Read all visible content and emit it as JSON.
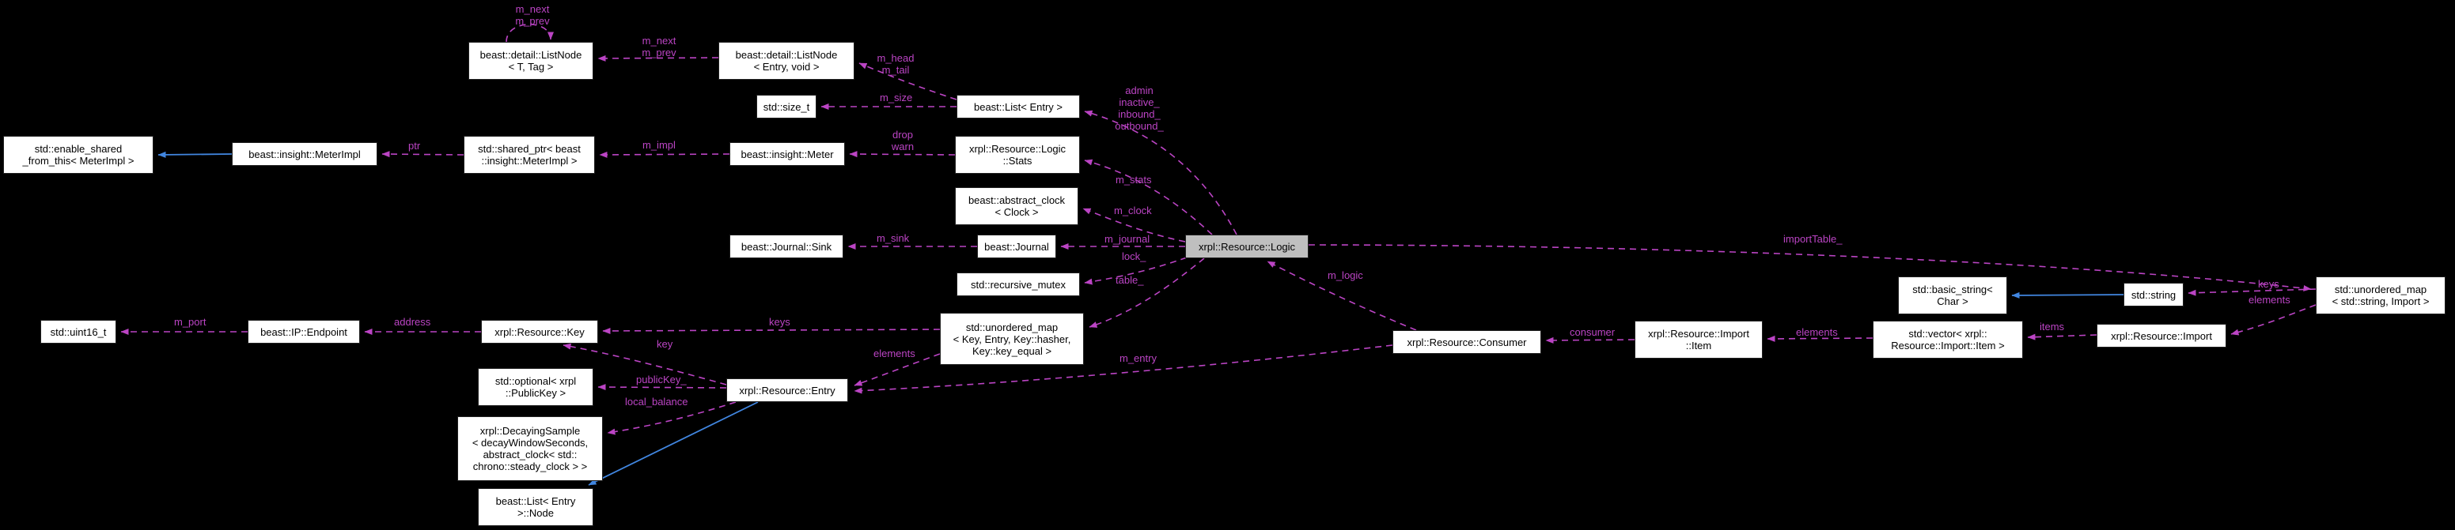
{
  "diagram": {
    "type": "doxygen-collaboration-graph",
    "background_color": "#000000",
    "node_fill": "#ffffff",
    "highlight_node_fill": "#bfbfbf",
    "usage_edge_color": "#bb44c4",
    "inheritance_edge_color": "#4186e0",
    "node_text_color": "#000000"
  },
  "nodes": {
    "listnode_t_tag": {
      "label": "beast::detail::ListNode\n< T, Tag >"
    },
    "listnode_entry_void": {
      "label": "beast::detail::ListNode\n< Entry, void >"
    },
    "size_t": {
      "label": "std::size_t"
    },
    "list_entry": {
      "label": "beast::List< Entry >"
    },
    "logic_stats": {
      "label": "xrpl::Resource::Logic\n::Stats"
    },
    "insight_meter": {
      "label": "beast::insight::Meter"
    },
    "shared_ptr_meterimpl": {
      "label": "std::shared_ptr< beast\n::insight::MeterImpl >"
    },
    "meterimpl": {
      "label": "beast::insight::MeterImpl"
    },
    "enable_shared": {
      "label": "std::enable_shared\n_from_this< MeterImpl >"
    },
    "abstract_clock": {
      "label": "beast::abstract_clock\n< Clock >"
    },
    "journal_sink": {
      "label": "beast::Journal::Sink"
    },
    "journal": {
      "label": "beast::Journal"
    },
    "logic": {
      "label": "xrpl::Resource::Logic"
    },
    "recursive_mutex": {
      "label": "std::recursive_mutex"
    },
    "basic_string": {
      "label": "std::basic_string<\nChar >"
    },
    "std_string": {
      "label": "std::string"
    },
    "unordered_map_import": {
      "label": "std::unordered_map\n< std::string, Import >"
    },
    "uint16": {
      "label": "std::uint16_t"
    },
    "ip_endpoint": {
      "label": "beast::IP::Endpoint"
    },
    "resource_key": {
      "label": "xrpl::Resource::Key"
    },
    "unordered_map_key": {
      "label": "std::unordered_map\n< Key, Entry, Key::hasher,\nKey::key_equal >"
    },
    "consumer": {
      "label": "xrpl::Resource::Consumer"
    },
    "import_item": {
      "label": "xrpl::Resource::Import\n::Item"
    },
    "vector_item": {
      "label": "std::vector< xrpl::\nResource::Import::Item >"
    },
    "resource_import": {
      "label": "xrpl::Resource::Import"
    },
    "optional_publickey": {
      "label": "std::optional< xrpl\n::PublicKey >"
    },
    "resource_entry": {
      "label": "xrpl::Resource::Entry"
    },
    "decaying_sample": {
      "label": "xrpl::DecayingSample\n< decayWindowSeconds,\nabstract_clock< std::\nchrono::steady_clock > >"
    },
    "list_node": {
      "label": "beast::List< Entry\n>::Node"
    }
  },
  "edge_labels": {
    "self_next_prev": "m_next\nm_prev",
    "next_prev": "m_next\nm_prev",
    "head_tail": "m_head\nm_tail",
    "m_size": "m_size",
    "admin_group": "admin\ninactive_\ninbound_\noutbound_",
    "drop_warn": "drop\nwarn",
    "m_impl": "m_impl",
    "ptr": "ptr",
    "m_stats": "m_stats",
    "m_clock": "m_clock",
    "m_journal": "m_journal",
    "m_sink": "m_sink",
    "lock": "lock_",
    "table": "table_",
    "importTable": "importTable_",
    "m_logic": "m_logic",
    "keys_right": "keys",
    "elements_right": "elements",
    "m_port": "m_port",
    "address": "address",
    "keys_key": "keys",
    "key": "key",
    "elements_entry": "elements",
    "m_entry": "m_entry",
    "consumer": "consumer",
    "elements_vector": "elements",
    "items": "items",
    "publicKey": "publicKey_",
    "local_balance": "local_balance"
  }
}
